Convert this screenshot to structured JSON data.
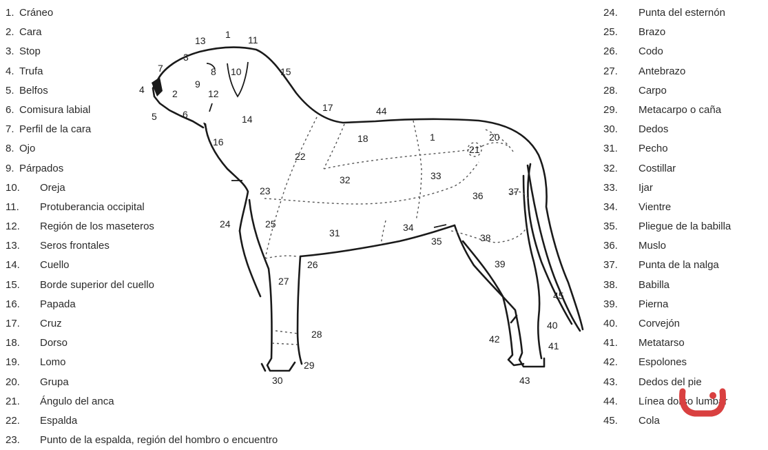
{
  "legend_left": [
    {
      "num": "1.",
      "text": "Cráneo"
    },
    {
      "num": "2.",
      "text": "Cara"
    },
    {
      "num": "3.",
      "text": "Stop"
    },
    {
      "num": "4.",
      "text": "Trufa"
    },
    {
      "num": "5.",
      "text": "Belfos"
    },
    {
      "num": "6.",
      "text": "Comisura labial"
    },
    {
      "num": "7.",
      "text": "Perfil de la cara"
    },
    {
      "num": "8.",
      "text": "Ojo"
    },
    {
      "num": "9.",
      "text": "Párpados"
    },
    {
      "num": "10.",
      "text": "Oreja"
    },
    {
      "num": "11.",
      "text": "Protuberancia occipital"
    },
    {
      "num": "12.",
      "text": "Región de los maseteros"
    },
    {
      "num": "13.",
      "text": "Seros frontales"
    },
    {
      "num": "14.",
      "text": "Cuello"
    },
    {
      "num": "15.",
      "text": "Borde superior del cuello"
    },
    {
      "num": "16.",
      "text": "Papada"
    },
    {
      "num": "17.",
      "text": "Cruz"
    },
    {
      "num": "18.",
      "text": "Dorso"
    },
    {
      "num": "19.",
      "text": "Lomo"
    },
    {
      "num": "20.",
      "text": "Grupa"
    },
    {
      "num": "21.",
      "text": "Ángulo del anca"
    },
    {
      "num": "22.",
      "text": "Espalda"
    },
    {
      "num": "23.",
      "text": "Punto de la espalda, región del hombro o encuentro"
    }
  ],
  "legend_right": [
    {
      "num": "24.",
      "text": "Punta del esternón"
    },
    {
      "num": "25.",
      "text": "Brazo"
    },
    {
      "num": "26.",
      "text": "Codo"
    },
    {
      "num": "27.",
      "text": "Antebrazo"
    },
    {
      "num": "28.",
      "text": "Carpo"
    },
    {
      "num": "29.",
      "text": "Metacarpo o caña"
    },
    {
      "num": "30.",
      "text": "Dedos"
    },
    {
      "num": "31.",
      "text": "Pecho"
    },
    {
      "num": "32.",
      "text": "Costillar"
    },
    {
      "num": "33.",
      "text": "Ijar"
    },
    {
      "num": "34.",
      "text": "Vientre"
    },
    {
      "num": "35.",
      "text": "Pliegue de la babilla"
    },
    {
      "num": "36.",
      "text": "Muslo"
    },
    {
      "num": "37.",
      "text": "Punta de la nalga"
    },
    {
      "num": "38.",
      "text": "Babilla"
    },
    {
      "num": "39.",
      "text": "Pierna"
    },
    {
      "num": "40.",
      "text": "Corvejón"
    },
    {
      "num": "41.",
      "text": "Metatarso"
    },
    {
      "num": "42.",
      "text": "Espolones"
    },
    {
      "num": "43.",
      "text": "Dedos del pie"
    },
    {
      "num": "44.",
      "text": "Línea dorso lumbar"
    },
    {
      "num": "45.",
      "text": "Cola"
    }
  ],
  "diagram_labels": {
    "l1": "1",
    "l2": "2",
    "l3": "3",
    "l4": "4",
    "l5": "5",
    "l6": "6",
    "l7": "7",
    "l8": "8",
    "l9": "9",
    "l10": "10",
    "l11": "11",
    "l12": "12",
    "l13": "13",
    "l14": "14",
    "l15": "15",
    "l16": "16",
    "l17": "17",
    "l18": "18",
    "l19": "1",
    "l20": "20",
    "l21": "21",
    "l22": "22",
    "l23": "23",
    "l24": "24",
    "l25": "25",
    "l26": "26",
    "l27": "27",
    "l28": "28",
    "l29": "29",
    "l30": "30",
    "l31": "31",
    "l32": "32",
    "l33": "33",
    "l34": "34",
    "l35": "35",
    "l36": "36",
    "l37": "37",
    "l38": "38",
    "l39": "39",
    "l40": "40",
    "l41": "41",
    "l42": "42",
    "l43": "43",
    "l44": "44",
    "l45": "45"
  },
  "colors": {
    "outline": "#1a1a1a",
    "watermark": "#d94040"
  },
  "icons": {
    "watermark": "watermark-logo"
  }
}
